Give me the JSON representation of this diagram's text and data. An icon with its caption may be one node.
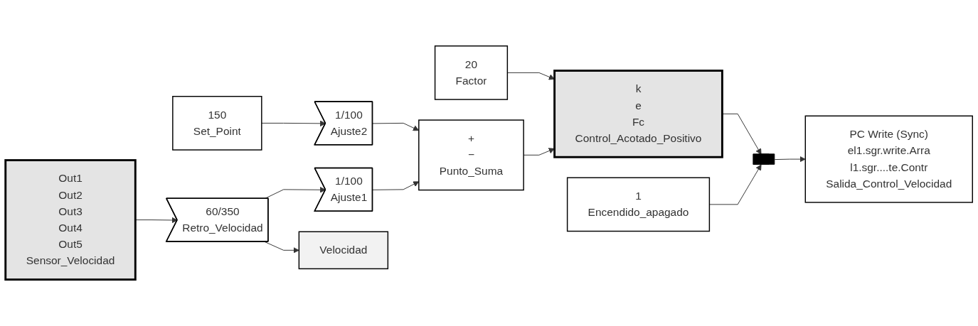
{
  "diagram": {
    "nodes": [
      {
        "text": [
          "150",
          "Set_Point"
        ]
      },
      {
        "text": [
          "1/100",
          "Ajuste2"
        ]
      },
      {
        "text": [
          "20",
          "Factor"
        ]
      },
      {
        "text": [
          "k",
          "e",
          "Fc",
          "Control_Acotado_Positivo"
        ]
      },
      {
        "text": [
          "1",
          "Encendido_apagado"
        ]
      },
      {
        "text": [],
        "shape": "bar"
      },
      {
        "text": [
          "PC Write (Sync)",
          "el1.sgr.write.Arra",
          "l1.sgr....te.Contr",
          "Salida_Control_Velocidad"
        ]
      },
      {
        "text": [
          "Out1",
          "Out2",
          "Out3",
          "Out4",
          "Out5",
          "Sensor_Velocidad"
        ]
      },
      {
        "text": [
          "60/350",
          "Retro_Velocidad"
        ]
      },
      {
        "text": [
          "1/100",
          "Ajuste1"
        ]
      },
      {
        "text": [
          "+",
          "−",
          "Punto_Suma"
        ]
      },
      {
        "text": [
          "Velocidad"
        ]
      }
    ],
    "edges": [
      {
        "from": 0,
        "to": 1,
        "arrow": "to"
      },
      {
        "from": 1,
        "to": 10,
        "arrow": "to"
      },
      {
        "from": 2,
        "to": 3,
        "arrow": "to"
      },
      {
        "from": 10,
        "to": 3,
        "arrow": "to"
      },
      {
        "from": 3,
        "to": 5,
        "arrow": "to"
      },
      {
        "from": 4,
        "to": 5,
        "arrow": "to"
      },
      {
        "from": 5,
        "to": 6,
        "arrow": "to"
      },
      {
        "from": 7,
        "to": 8,
        "arrow": "to"
      },
      {
        "from": 8,
        "to": 9,
        "arrow": "to"
      },
      {
        "from": 8,
        "to": 11,
        "arrow": "to"
      },
      {
        "from": 9,
        "to": 10,
        "arrow": "to"
      }
    ]
  }
}
